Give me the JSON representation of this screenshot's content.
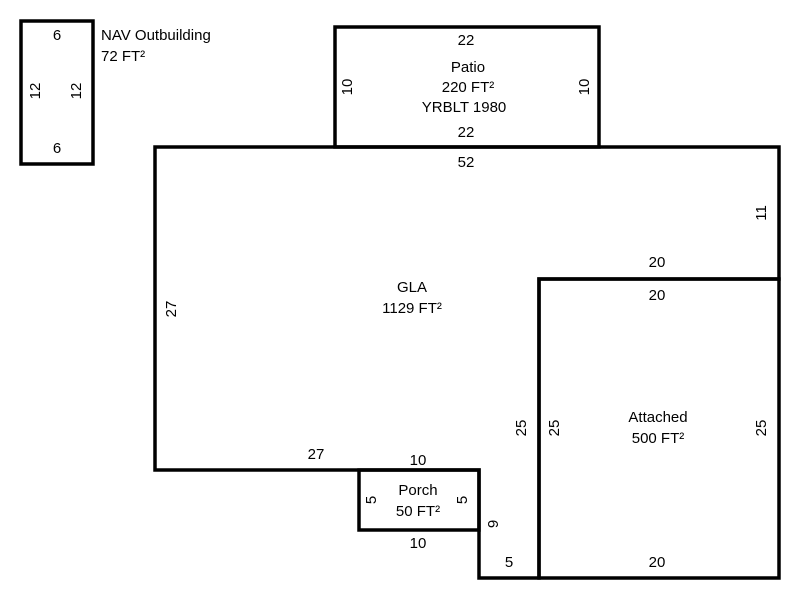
{
  "outbuilding": {
    "name": "NAV Outbuilding",
    "area": "72 FT²",
    "top": "6",
    "bottom": "6",
    "left": "12",
    "right": "12"
  },
  "patio": {
    "name": "Patio",
    "area": "220 FT²",
    "year": "YRBLT 1980",
    "top": "22",
    "bottom": "22",
    "left": "10",
    "right": "10"
  },
  "gla": {
    "name": "GLA",
    "area": "1129 FT²",
    "top": "52",
    "right_upper": "11",
    "step_top": "20",
    "left": "27",
    "bottom_left": "27",
    "inner_right": "25",
    "step_right": "9",
    "step_bottom": "5"
  },
  "porch": {
    "name": "Porch",
    "area": "50 FT²",
    "top": "10",
    "bottom": "10",
    "left": "5",
    "right": "5"
  },
  "attached": {
    "name": "Attached",
    "area": "500 FT²",
    "top": "20",
    "bottom": "20",
    "left": "25",
    "right": "25"
  }
}
